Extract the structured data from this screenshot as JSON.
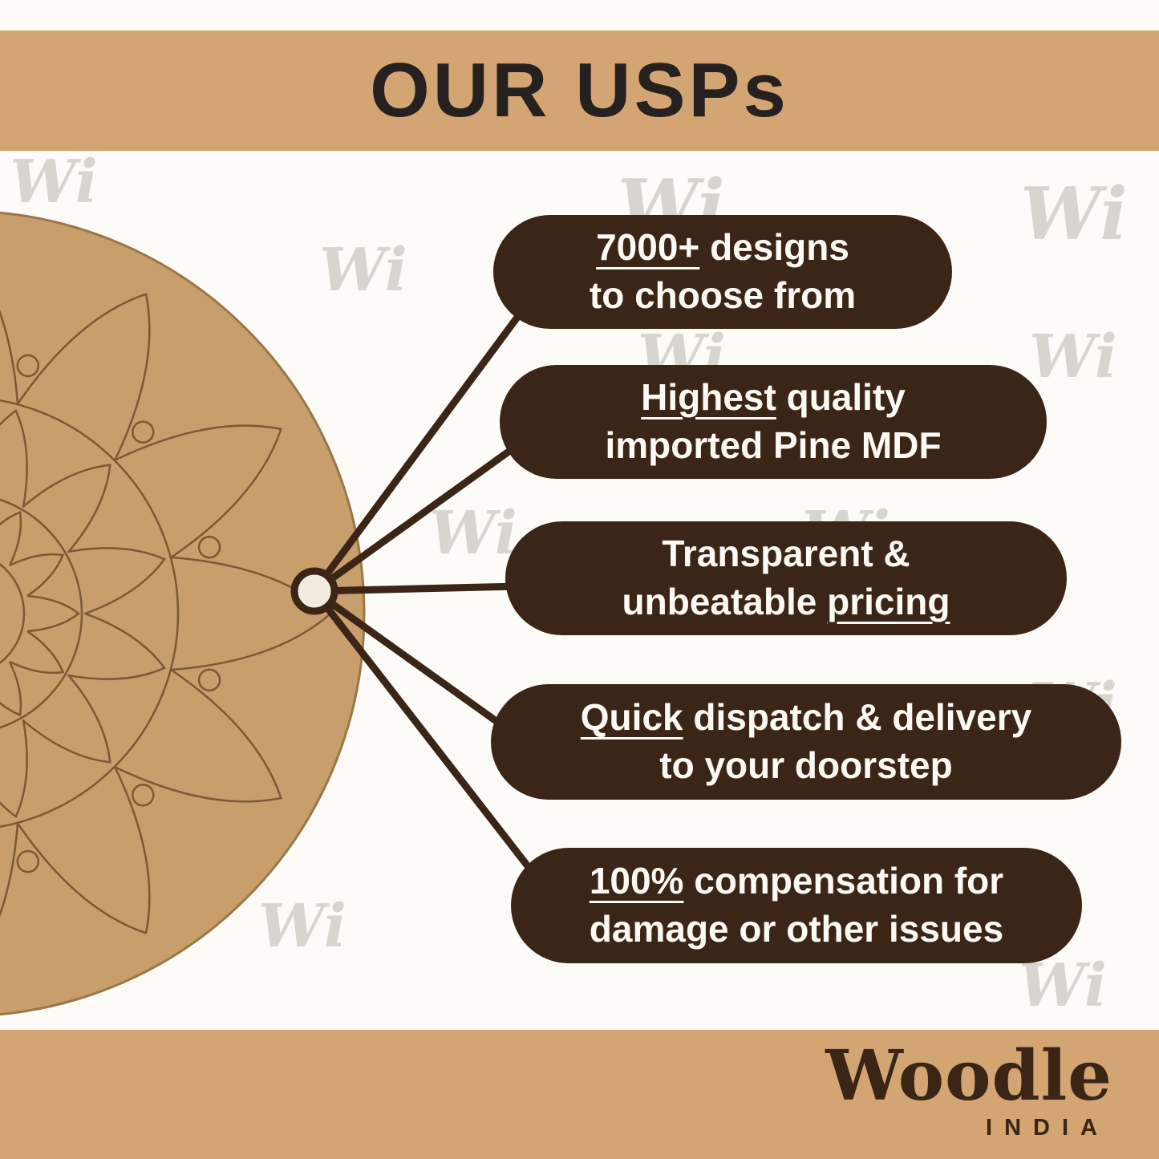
{
  "header": {
    "title": "OUR USPs"
  },
  "brand": {
    "name": "Woodle",
    "country": "INDIA",
    "watermark": "Wi"
  },
  "colors": {
    "band_tan": "#d3a572",
    "pill_brown": "#3b2516",
    "disc_tan": "#c89e6c",
    "engrave_line": "#7b5935",
    "text_cream": "#fdfaf4",
    "watermark_gray": "#d7d6ce"
  },
  "usps": [
    {
      "l1a": "7000+",
      "l1b": " designs",
      "l2a": "to choose from",
      "l2b": ""
    },
    {
      "l1a": "Highest",
      "l1b": " quality",
      "l2a": "imported Pine MDF",
      "l2b": ""
    },
    {
      "l1a": "Transparent &",
      "l1b": "",
      "l2a": "unbeatable ",
      "l2b": "pricing"
    },
    {
      "l1a": "Quick",
      "l1b": " dispatch & delivery",
      "l2a": "to your doorstep",
      "l2b": ""
    },
    {
      "l1a": "100%",
      "l1b": " compensation for",
      "l2a": "damage or other issues",
      "l2b": ""
    }
  ]
}
